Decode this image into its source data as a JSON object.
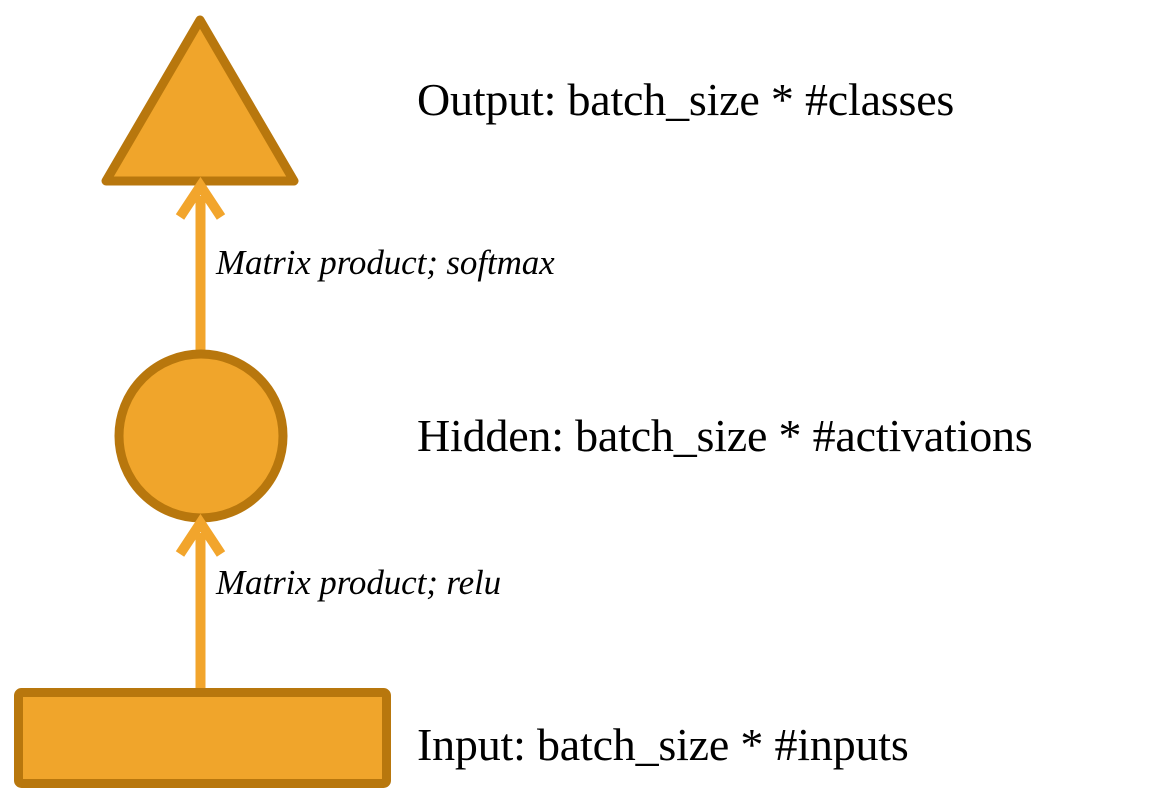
{
  "diagram": {
    "title": "Neural network layer diagram",
    "type": "flow-diagram",
    "direction": "bottom-to-top",
    "colors": {
      "shape_fill": "#F0A52B",
      "shape_stroke": "#B8770D",
      "arrow": "#F2A52C",
      "text": "#000000",
      "background": "#FFFFFF"
    },
    "nodes": [
      {
        "id": "output",
        "shape": "triangle",
        "label": "Output: batch_size * #classes",
        "icon": "triangle-icon"
      },
      {
        "id": "hidden",
        "shape": "circle",
        "label": "Hidden: batch_size * #activations",
        "icon": "circle-icon"
      },
      {
        "id": "input",
        "shape": "rectangle",
        "label": "Input: batch_size * #inputs",
        "icon": "rectangle-icon"
      }
    ],
    "edges": [
      {
        "id": "hidden-to-output",
        "from": "hidden",
        "to": "output",
        "label": "Matrix product; softmax",
        "icon": "arrow-up-icon"
      },
      {
        "id": "input-to-hidden",
        "from": "input",
        "to": "hidden",
        "label": "Matrix product; relu",
        "icon": "arrow-up-icon"
      }
    ]
  }
}
